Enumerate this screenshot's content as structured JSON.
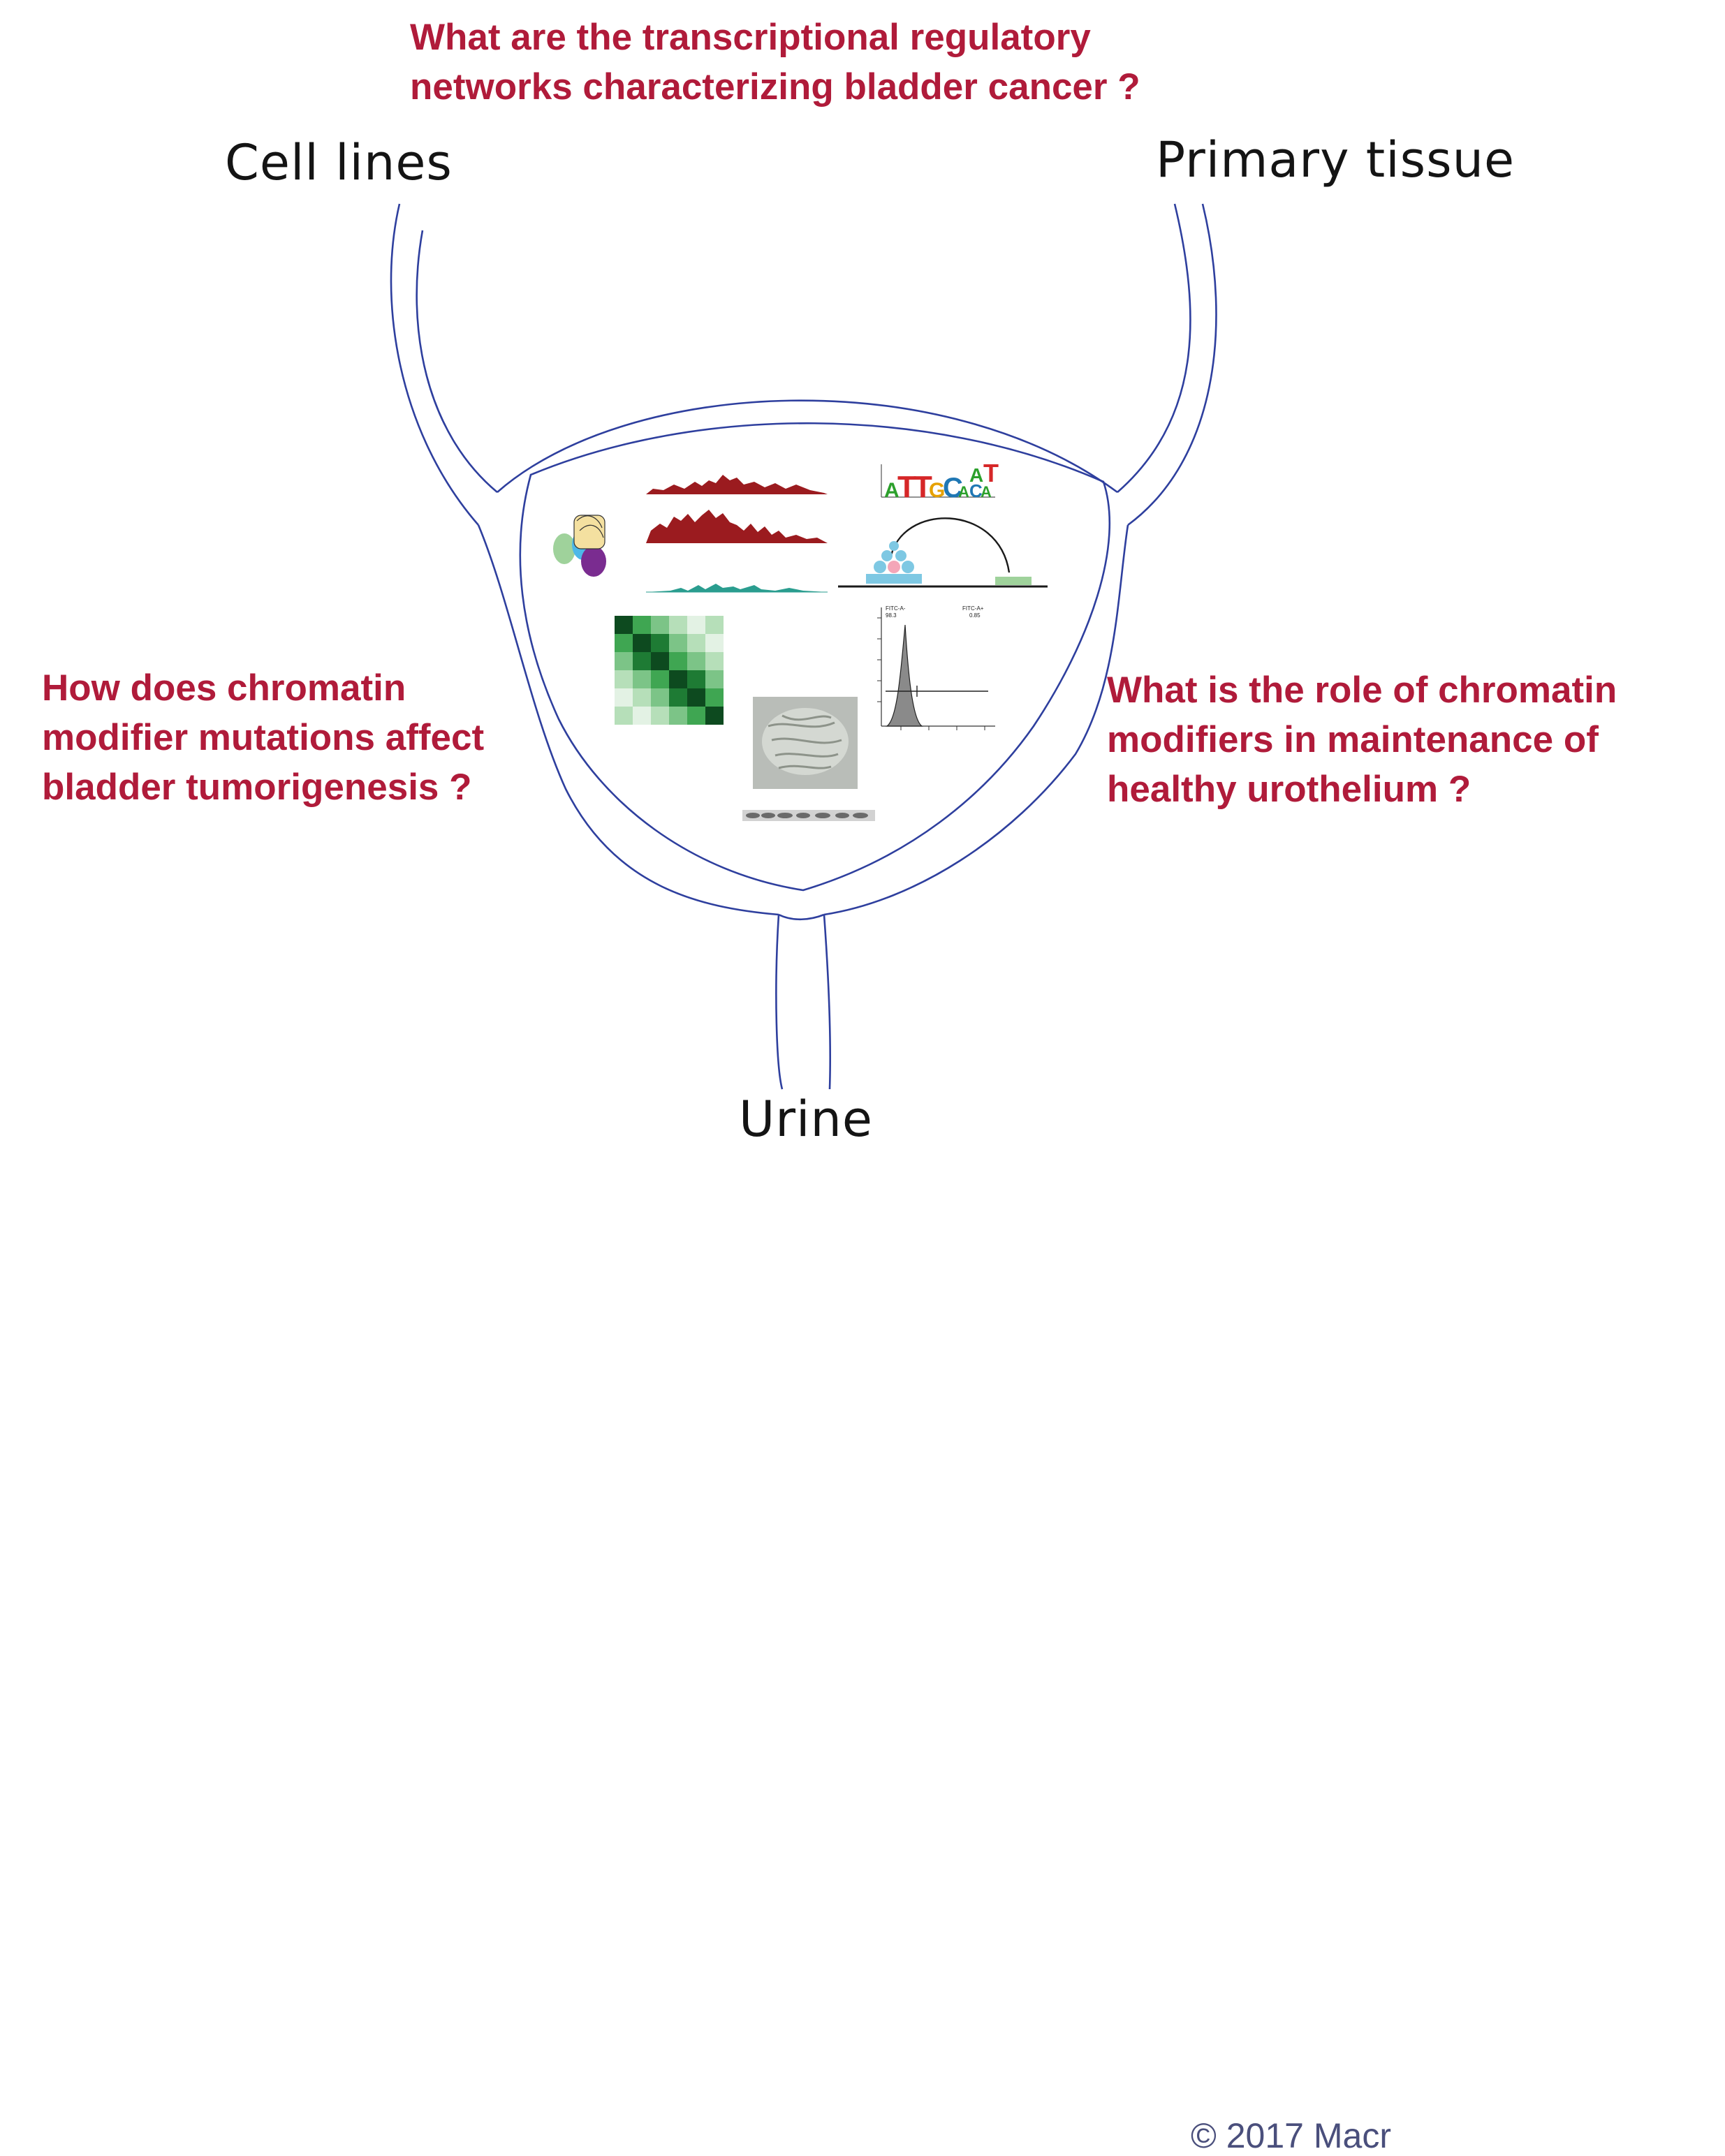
{
  "questions": {
    "top": [
      "What are the transcriptional regulatory",
      "networks characterizing bladder cancer ?"
    ],
    "left": [
      "How does chromatin",
      "modifier mutations affect",
      "bladder tumorigenesis ?"
    ],
    "right": [
      "What is the role of chromatin",
      "modifiers in maintenance of",
      "healthy urothelium ?"
    ]
  },
  "labels": {
    "cell_lines": "Cell lines",
    "primary_tissue": "Primary tissue",
    "urine": "Urine"
  },
  "motif_letters": [
    "A",
    "T",
    "T",
    "G",
    "C",
    "A",
    "C",
    "A",
    "A",
    "T"
  ],
  "flow_panel": {
    "gate_left": "FITC-A-",
    "gate_left_value": "98.3",
    "gate_right": "FITC-A+",
    "gate_right_value": "0.85"
  },
  "copyright": "© 2017 Macr",
  "colors": {
    "question_text": "#b01b3a",
    "bladder_outline": "#2e3f9e",
    "track_red": "#9b1b1f",
    "track_teal": "#2a9d8f",
    "heatmap_green": "#1e7b34"
  }
}
